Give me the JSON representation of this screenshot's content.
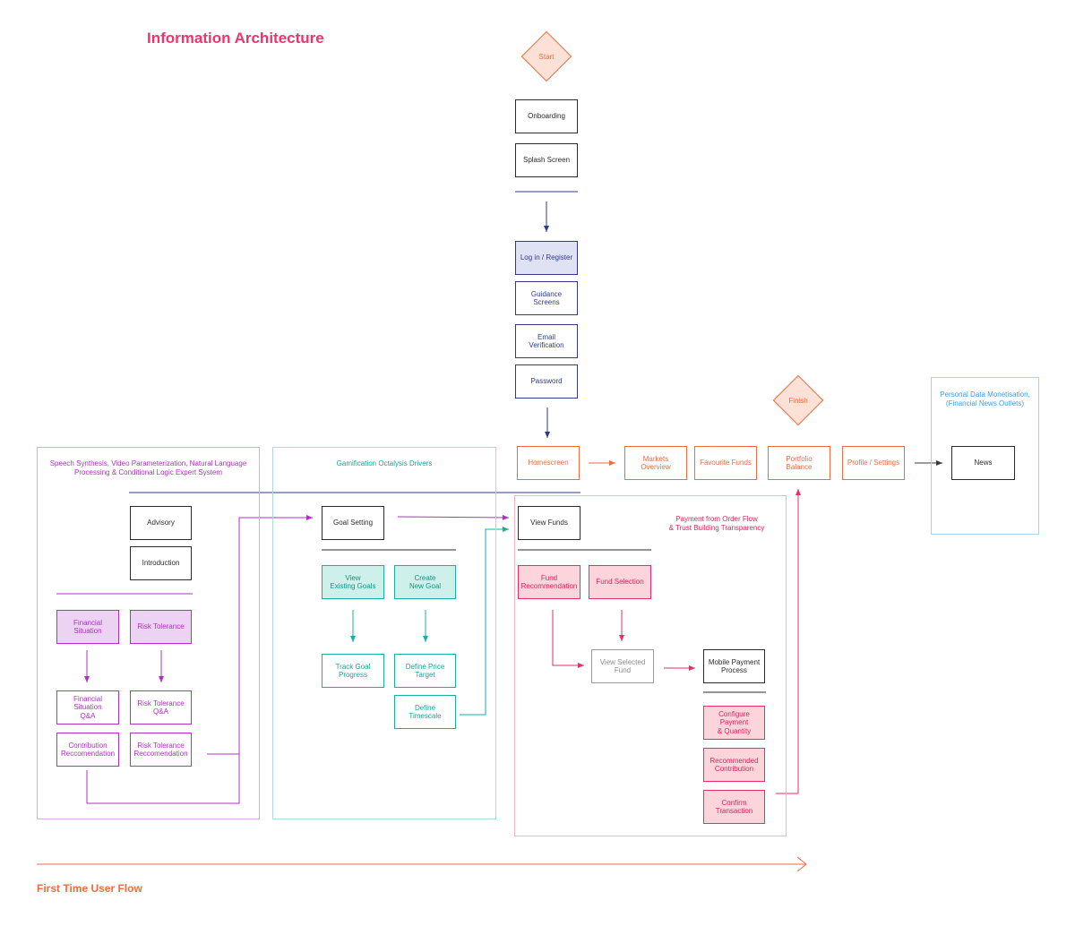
{
  "title": "Information Architecture",
  "footer": "First Time User Flow",
  "start": "Start",
  "finish": "Finish",
  "top_flow": {
    "onboarding": "Onboarding",
    "splash": "Splash Screen",
    "login": "Log in / Register",
    "guidance": "Guidance Screens",
    "email": "Email Verification",
    "password": "Password"
  },
  "main_row": {
    "homescreen": "Homescreen",
    "markets": "Markets Overview",
    "favourite": "Favourite Funds",
    "portfolio": "Portfolio Balance",
    "profile": "Profile / Settings",
    "news": "News"
  },
  "monetisation_title": "Personal Data Monetisation,\n(Financial News Outlets)",
  "advisory_region": {
    "title": "Speech Synthesis, Video Parameterization, Natural Language\nProcessing & Conditional Logic Expert System",
    "advisory": "Advisory",
    "introduction": "Introduction",
    "financial_situation": "Financial Situation",
    "risk_tolerance": "Risk Tolerance",
    "financial_qa": "Financial Situation\nQ&A",
    "risk_qa": "Risk Tolerance\nQ&A",
    "contribution_rec": "Contribution\nReccomendation",
    "risk_rec": "Risk Tolerance\nReccomendation"
  },
  "gamification_region": {
    "title": "Gamification Octalysis Drivers",
    "goal_setting": "Goal Setting",
    "view_goals": "View\nExisting Goals",
    "create_goal": "Create\nNew Goal",
    "track_goal": "Track Goal\nProgress",
    "define_price": "Define Price\nTarget",
    "define_timescale": "Define Timescale"
  },
  "payment_region": {
    "title": "Payment from Order Flow\n& Trust Building Transparency",
    "view_funds": "View Funds",
    "fund_rec": "Fund\nRecommendation",
    "fund_selection": "Fund Selection",
    "view_selected": "View Selected\nFund",
    "mobile_payment": "Mobile Payment\nProcess",
    "configure_payment": "Configure Payment\n& Quantity",
    "recommended_contribution": "Recommended\nContribution",
    "confirm_transaction": "Confirm\nTransaction"
  },
  "colors": {
    "title": "#f0336b",
    "orange": "#f26a3d",
    "navy": "#2f3a8a",
    "purple": "#b02fc4",
    "teal": "#16b0a0",
    "pink": "#ea2e63",
    "blue": "#3d9be9"
  }
}
